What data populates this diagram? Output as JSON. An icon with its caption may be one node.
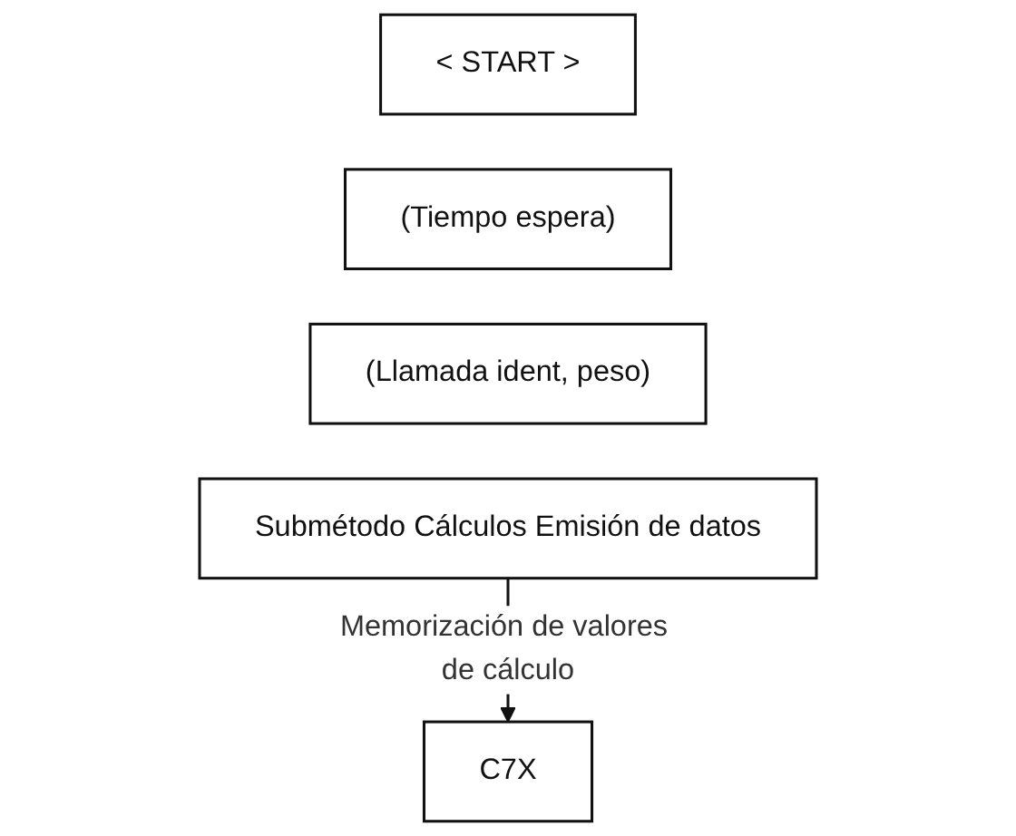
{
  "diagram": {
    "nodes": [
      {
        "text": [
          "< START >"
        ]
      },
      {
        "text": [
          "(Tiempo espera)"
        ]
      },
      {
        "text": [
          "(Llamada ident, peso)"
        ]
      },
      {
        "text": [
          "Submétodo Cálculos Emisión de datos"
        ]
      },
      {
        "text": [
          "C7X"
        ]
      }
    ],
    "edges": [
      {
        "from": 3,
        "to": 4,
        "arrow": "to",
        "label": "Memorización de valores de cálculo"
      }
    ]
  }
}
